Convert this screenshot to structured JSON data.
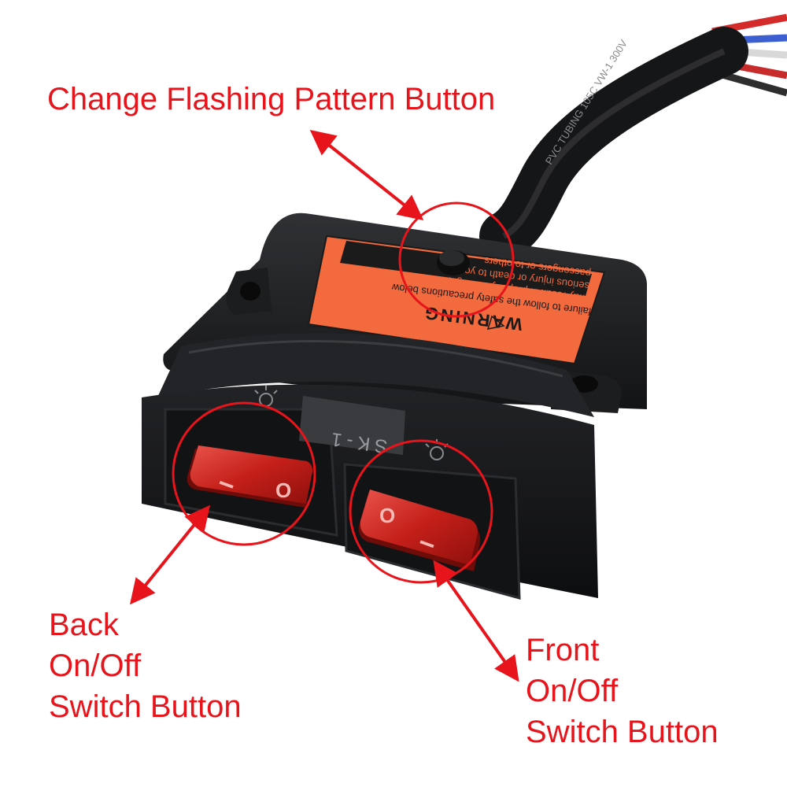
{
  "colors": {
    "annotation": "#e8141b",
    "housing": "#1b1c1e",
    "label": "#f26a3d",
    "switch": "#c8221c",
    "background": "#ffffff"
  },
  "annotations": {
    "flash_button": "Change Flashing Pattern Button",
    "back_switch": [
      "Back",
      "On/Off",
      "Switch Button"
    ],
    "front_switch": [
      "Front",
      "On/Off",
      "Switch Button"
    ]
  },
  "device": {
    "warning_title": "WARNING",
    "warning_lines": [
      "failure to follow the safety precautions below",
      "may result in property damage,",
      "serious injury or death to you, to",
      "passengers or to others"
    ],
    "model": "SK-1",
    "cable_print": "PVC TUBING 105C VW-1 300V",
    "back_switch_marks": [
      "I",
      "O"
    ],
    "front_switch_marks": [
      "O",
      "I"
    ]
  }
}
